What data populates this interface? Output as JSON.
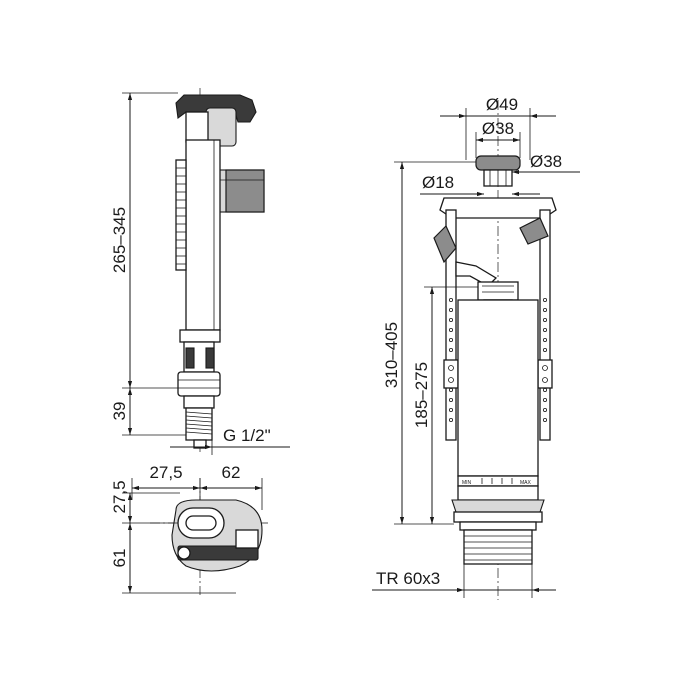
{
  "inlet_valve": {
    "dim_height": "265–345",
    "dim_thread_height": "39",
    "dim_thread": "G 1/2\"",
    "dim_offset_x": "27,5",
    "dim_width": "62",
    "dim_offset_y": "27,5",
    "dim_depth": "61"
  },
  "flush_valve": {
    "dim_button_outer": "Ø49",
    "dim_button_inner": "Ø38",
    "dim_button_side": "Ø38",
    "dim_rod": "Ø18",
    "dim_total_height": "310–405",
    "dim_overflow_height": "185–275",
    "dim_thread": "TR 60x3",
    "scale_min": "MIN",
    "scale_max": "MAX"
  }
}
